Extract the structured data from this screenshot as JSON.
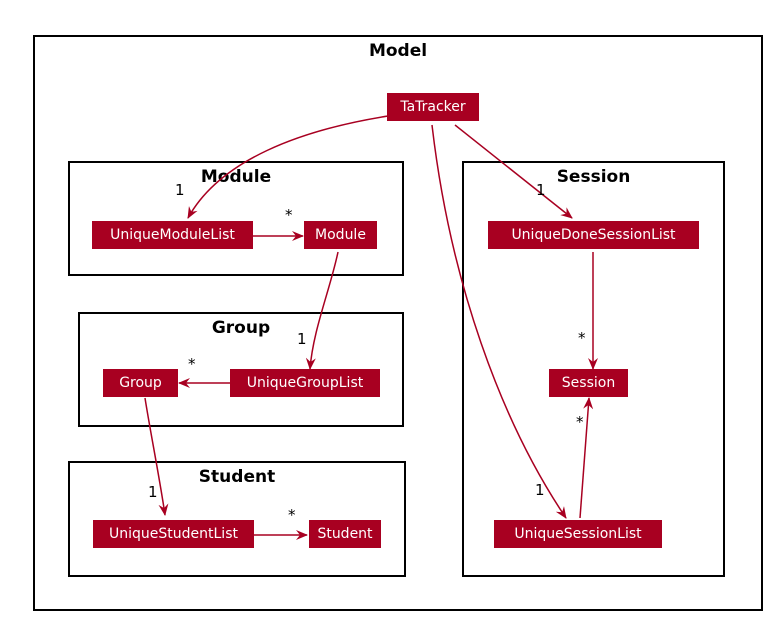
{
  "packages": {
    "model": "Model",
    "module": "Module",
    "group": "Group",
    "student": "Student",
    "session": "Session"
  },
  "classes": {
    "tatracker": "TaTracker",
    "unique_module_list": "UniqueModuleList",
    "module": "Module",
    "group": "Group",
    "unique_group_list": "UniqueGroupList",
    "unique_student_list": "UniqueStudentList",
    "student": "Student",
    "unique_done_session_list": "UniqueDoneSessionList",
    "session": "Session",
    "unique_session_list": "UniqueSessionList"
  },
  "multiplicities": {
    "tatracker_to_module_list": "1",
    "module_list_to_module": "*",
    "module_to_group_list": "1",
    "group_list_to_group": "*",
    "group_to_student_list": "1",
    "student_list_to_student": "*",
    "tatracker_to_done_session_list": "1",
    "done_session_list_to_session": "*",
    "session_list_to_session": "*",
    "tatracker_to_session_list": "1"
  },
  "colors": {
    "class_fill": "#a80021",
    "class_text": "#ffffff",
    "edge": "#a80021",
    "border": "#000000"
  }
}
